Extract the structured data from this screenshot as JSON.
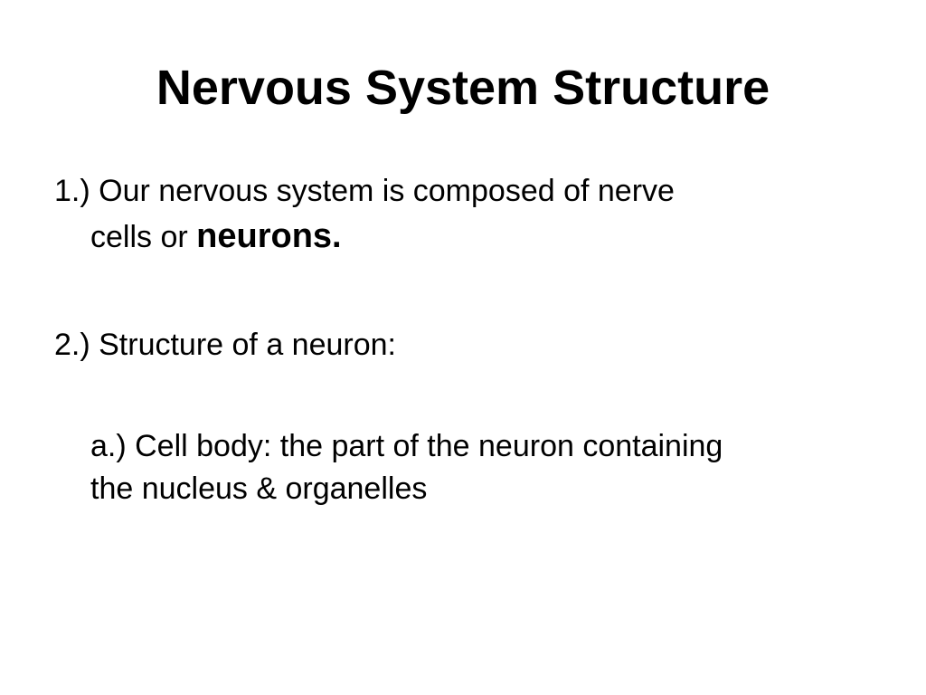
{
  "slide": {
    "title": "Nervous System Structure",
    "point1": {
      "line1": "1.)  Our nervous system is composed of nerve",
      "line2_prefix": "cells or ",
      "line2_emphasis": "neurons."
    },
    "point2": {
      "text": "2.)  Structure of a neuron:"
    },
    "point3": {
      "line1": "a.)  Cell body:  the part of the neuron containing",
      "line2": "the nucleus & organelles"
    }
  }
}
